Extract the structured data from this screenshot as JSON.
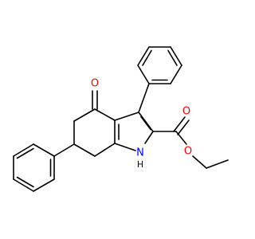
{
  "molecule": {
    "atoms": {
      "ketone_oxygen": "O",
      "ester_carbonyl_oxygen": "O",
      "ester_ether_oxygen": "O",
      "ring_nitrogen": "N",
      "nitrogen_hydrogen": "H"
    },
    "colors": {
      "oxygen": "#ff0000",
      "nitrogen": "#0000ff",
      "bond": "#000000",
      "background": "#ffffff"
    }
  }
}
